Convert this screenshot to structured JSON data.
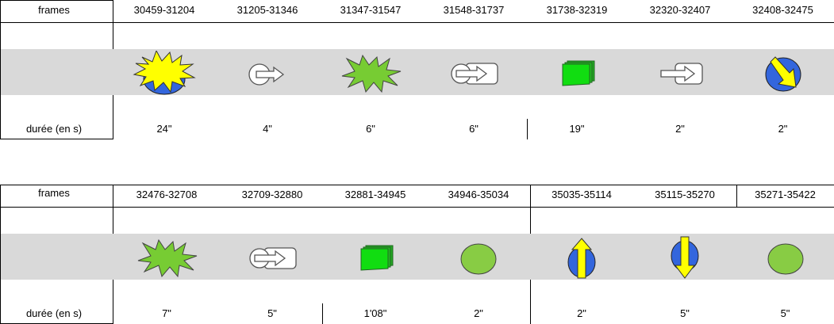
{
  "tables": [
    {
      "frames_label": "frames",
      "duration_label": "durée (en s)",
      "columns": [
        {
          "frames": "30459-31204",
          "duration": "24\"",
          "icon": "explosion-over-blue-circle-icon"
        },
        {
          "frames": "31205-31346",
          "duration": "4\"",
          "icon": "circle-with-arrow-right-icon"
        },
        {
          "frames": "31347-31547",
          "duration": "6\"",
          "icon": "green-starburst-icon"
        },
        {
          "frames": "31548-31737",
          "duration": "6\"",
          "icon": "circle-arrow-into-box-icon"
        },
        {
          "frames": "31738-32319",
          "duration": "19\"",
          "icon": "green-card-stack-icon"
        },
        {
          "frames": "32320-32407",
          "duration": "2\"",
          "icon": "arrow-into-box-icon"
        },
        {
          "frames": "32408-32475",
          "duration": "2\"",
          "icon": "blue-circle-diagonal-arrow-icon"
        }
      ]
    },
    {
      "frames_label": "frames",
      "duration_label": "durée (en s)",
      "columns": [
        {
          "frames": "32476-32708",
          "duration": "7\"",
          "icon": "green-starburst-icon"
        },
        {
          "frames": "32709-32880",
          "duration": "5\"",
          "icon": "circle-arrow-into-box-icon"
        },
        {
          "frames": "32881-34945",
          "duration": "1'08\"",
          "icon": "green-card-stack-icon"
        },
        {
          "frames": "34946-35034",
          "duration": "2\"",
          "icon": "green-circle-icon"
        },
        {
          "frames": "35035-35114",
          "duration": "2\"",
          "icon": "blue-circle-up-arrow-icon"
        },
        {
          "frames": "35115-35270",
          "duration": "5\"",
          "icon": "blue-circle-down-arrow-icon"
        },
        {
          "frames": "35271-35422",
          "duration": "5\"",
          "icon": "green-circle-icon"
        }
      ]
    }
  ]
}
